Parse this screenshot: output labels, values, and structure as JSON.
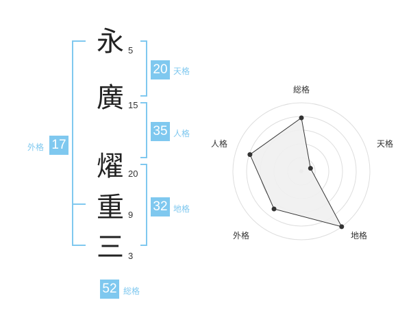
{
  "characters": [
    {
      "char": "永",
      "strokes": "5"
    },
    {
      "char": "廣",
      "strokes": "15"
    },
    {
      "char": "燿",
      "strokes": "20"
    },
    {
      "char": "重",
      "strokes": "9"
    },
    {
      "char": "三",
      "strokes": "3"
    }
  ],
  "fortunes": {
    "tenkaku": {
      "value": "20",
      "label": "天格"
    },
    "jinkaku": {
      "value": "35",
      "label": "人格"
    },
    "chikaku": {
      "value": "32",
      "label": "地格"
    },
    "gaikaku": {
      "value": "17",
      "label": "外格"
    },
    "soukaku": {
      "value": "52",
      "label": "総格"
    }
  },
  "colors": {
    "accent": "#7fc8ef",
    "bracket": "#7fc8ef",
    "radar_fill": "#f0f0f0",
    "radar_line": "#333333",
    "grid": "#dddddd"
  },
  "chart_data": {
    "type": "radar",
    "axes": [
      "総格",
      "天格",
      "地格",
      "外格",
      "人格"
    ],
    "values": [
      0.78,
      0.14,
      1.0,
      0.68,
      0.79
    ],
    "max": 1.0,
    "grid_rings": 5
  }
}
